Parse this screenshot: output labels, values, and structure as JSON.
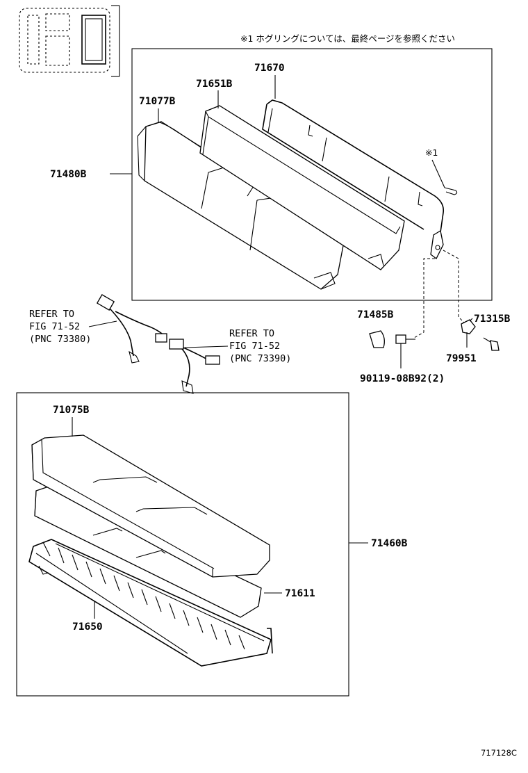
{
  "note": "※1 ホグリングについては、最終ページを参照ください",
  "note_marker": "※1",
  "labels": {
    "p71670": "71670",
    "p71651B": "71651B",
    "p71077B": "71077B",
    "p71480B": "71480B",
    "p71485B": "71485B",
    "p71315B": "71315B",
    "p79951": "79951",
    "p90119": "90119-08B92(2)",
    "p71075B": "71075B",
    "p71460B": "71460B",
    "p71611": "71611",
    "p71650": "71650"
  },
  "refer_left": {
    "line1": "REFER TO",
    "line2": "FIG 71-52",
    "line3": "(PNC 73380)"
  },
  "refer_right": {
    "line1": "REFER TO",
    "line2": "FIG 71-52",
    "line3": "(PNC 73390)"
  },
  "figure_code": "717128C"
}
